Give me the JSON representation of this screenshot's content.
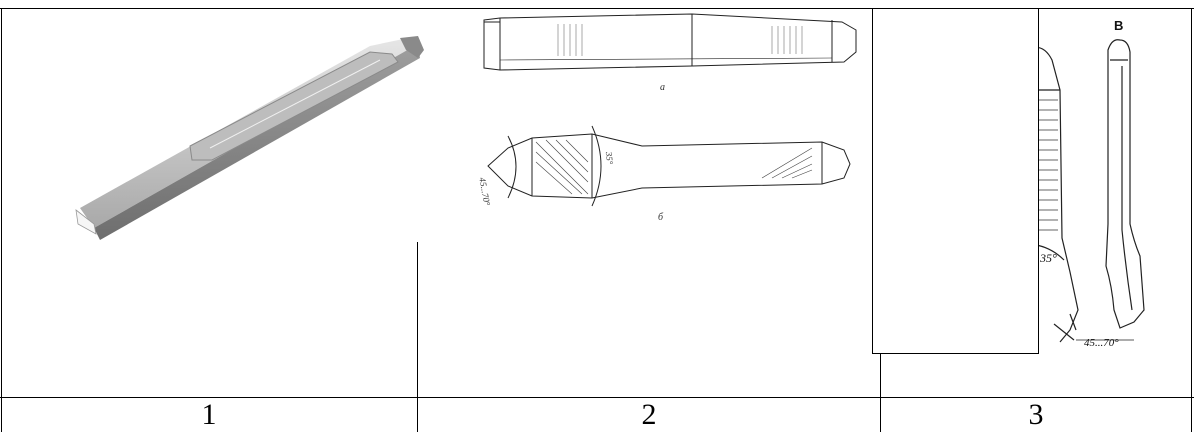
{
  "cells": [
    {
      "label": "1"
    },
    {
      "label": "2"
    },
    {
      "label": "3"
    }
  ],
  "drawing2": {
    "view_a_letter": "а",
    "view_b_letter": "б",
    "angle_tip": "45...70°",
    "angle_bevel": "35°"
  },
  "drawing3": {
    "view_letter": "В",
    "angle_bevel": "35°",
    "angle_tip": "45...70°"
  },
  "colors": {
    "border": "#000000",
    "metal_light": "#d4d4d4",
    "metal_mid": "#a8a8a8",
    "metal_dark": "#6f6f6f"
  }
}
